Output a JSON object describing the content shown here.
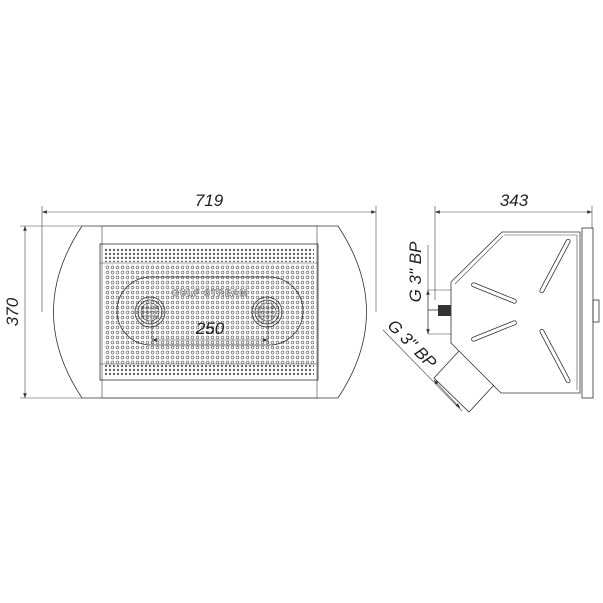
{
  "drawing": {
    "front_view": {
      "width_dimension": "719",
      "height_dimension": "370",
      "nozzle_spacing_dimension": "250",
      "brand_label": "GULF STREAM"
    },
    "side_view": {
      "depth_dimension": "343",
      "inlet_thread_label": "G 3\" BP",
      "outlet_thread_label": "G 3\" BP"
    }
  }
}
